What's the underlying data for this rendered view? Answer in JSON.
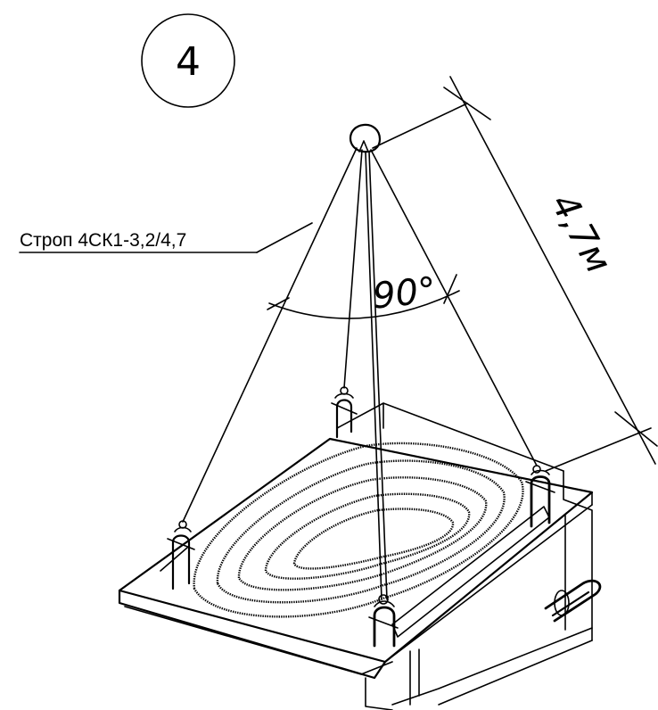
{
  "figure": {
    "number_label": "4",
    "sling_label": "Строп 4СК1-3,2/4,7",
    "angle_label": "90°",
    "length_label": "4,7м"
  },
  "colors": {
    "ink": "#000000",
    "paper": "#ffffff"
  }
}
